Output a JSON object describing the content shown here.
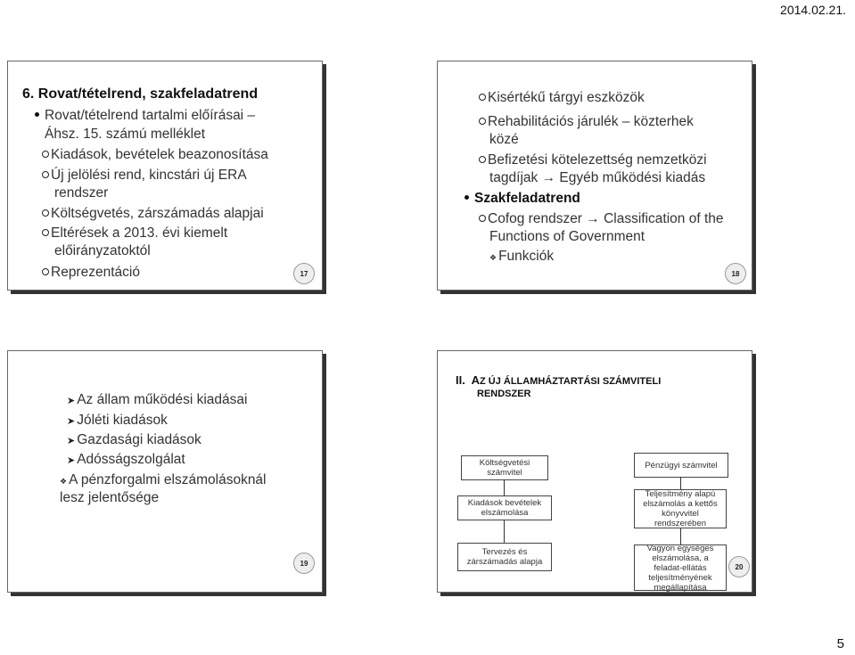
{
  "header": {
    "date": "2014.02.21."
  },
  "page_number": "5",
  "slide17": {
    "title": "6. Rovat/tételrend, szakfeladatrend",
    "bullet": "Rovat/tételrend tartalmi előírásai – Áhsz. 15. számú melléklet",
    "bullet_l1": "Rovat/tételrend tartalmi előírásai –",
    "bullet_l2": "Áhsz. 15. számú melléklet",
    "i1": "Kiadások, bevételek beazonosítása",
    "i2_l1": "Új jelölési rend, kincstári új ERA",
    "i2_l2": "rendszer",
    "i3": "Költségvetés, zárszámadás alapjai",
    "i4_l1": "Eltérések a 2013. évi kiemelt",
    "i4_l2": "előirányzatoktól",
    "i5": "Reprezentáció",
    "num": "17"
  },
  "slide18": {
    "i1": "Kisértékű tárgyi eszközök",
    "i2_l1": "Rehabilitációs járulék – közterhek",
    "i2_l2": "közé",
    "i3_l1": "Befizetési kötelezettség nemzetközi",
    "i3_l2_a": "tagdíjak",
    "i3_l2_b": "Egyéb működési kiadás",
    "heading": "Szakfeladatrend",
    "i4_a": "Cofog rendszer",
    "i4_b": "Classification of the",
    "i4_l2": "Functions of Government",
    "i5": "Funkciók",
    "num": "18"
  },
  "slide19": {
    "i1": "Az állam működési kiadásai",
    "i2": "Jóléti kiadások",
    "i3": "Gazdasági kiadások",
    "i4": "Adósságszolgálat",
    "i5_l1": "A pénzforgalmi elszámolásoknál",
    "i5_l2": "lesz jelentősége",
    "num": "19"
  },
  "slide20": {
    "roman": "II.",
    "title_l1_a": "A",
    "title_l1_b": "Z ÚJ ÁLLAMHÁZTARTÁSI SZÁMVITELI",
    "title_l2": "RENDSZER",
    "box1": "Költségvetési számvitel",
    "box2": "Kiadások bevételek elszámolása",
    "box3": "Tervezés és zárszámadás alapja",
    "box4": "Pénzügyi számvitel",
    "box5": "Teljesítmény alapú elszámolás a kettős könyvvitel rendszerében",
    "box6": "Vagyon egységes elszámolása, a feladat-ellátás teljesítményének megállapítása",
    "num": "20"
  }
}
